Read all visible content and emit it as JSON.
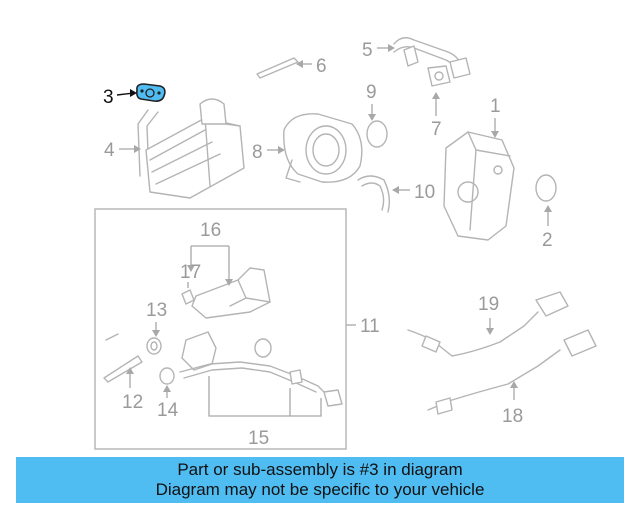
{
  "diagram": {
    "highlight_color": "#4fbcf2",
    "callouts": [
      {
        "num": "1"
      },
      {
        "num": "2"
      },
      {
        "num": "3",
        "highlighted": true
      },
      {
        "num": "4"
      },
      {
        "num": "5"
      },
      {
        "num": "6"
      },
      {
        "num": "7"
      },
      {
        "num": "8"
      },
      {
        "num": "9"
      },
      {
        "num": "10"
      },
      {
        "num": "11"
      },
      {
        "num": "12"
      },
      {
        "num": "13"
      },
      {
        "num": "14"
      },
      {
        "num": "15"
      },
      {
        "num": "16"
      },
      {
        "num": "17"
      },
      {
        "num": "18"
      },
      {
        "num": "19"
      }
    ]
  },
  "banner": {
    "line1": "Part or sub-assembly is #3 in diagram",
    "line2": "Diagram may not be specific to your vehicle",
    "background": "#4fbcf2"
  }
}
